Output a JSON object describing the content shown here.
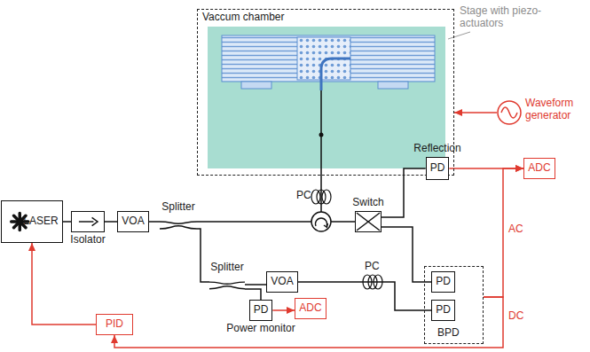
{
  "diagram": {
    "nodes": [
      {
        "text": [
          "Vaccum chamber"
        ]
      },
      {
        "text": [
          "Waveform generator"
        ]
      },
      {
        "text": [
          "LASER"
        ]
      },
      {
        "text": [
          "Isolator"
        ]
      },
      {
        "text": [
          "VOA"
        ]
      },
      {
        "text": [
          "Splitter"
        ]
      },
      {
        "text": [
          "Switch"
        ]
      },
      {
        "text": [
          "Reflection",
          "PD"
        ]
      },
      {
        "text": [
          "ADC"
        ]
      },
      {
        "text": [
          "Splitter"
        ]
      },
      {
        "text": [
          "VOA"
        ]
      },
      {
        "text": [
          "PD",
          "Power monitor"
        ]
      },
      {
        "text": [
          "ADC"
        ]
      },
      {
        "text": [
          "BPD"
        ]
      },
      {
        "text": [
          "PD"
        ],
        "in": 13
      },
      {
        "text": [
          "PD"
        ],
        "in": 13
      },
      {
        "text": [
          "PID"
        ]
      }
    ],
    "edges": [
      {
        "from": 1,
        "to": 0,
        "arrow": "to"
      },
      {
        "from": 2,
        "to": 3,
        "arrow": "none"
      },
      {
        "from": 3,
        "to": 4,
        "arrow": "none"
      },
      {
        "from": 4,
        "to": 5,
        "arrow": "none"
      },
      {
        "from": 5,
        "to": 9,
        "arrow": "none"
      },
      {
        "from": 9,
        "to": 10,
        "arrow": "none"
      },
      {
        "from": 9,
        "to": 11,
        "arrow": "none"
      },
      {
        "from": 11,
        "to": 12,
        "arrow": "to"
      },
      {
        "from": 10,
        "to": 15,
        "arrow": "none"
      },
      {
        "from": 6,
        "to": 7,
        "arrow": "none"
      },
      {
        "from": 6,
        "to": 14,
        "arrow": "none"
      },
      {
        "from": 7,
        "to": 8,
        "arrow": "to"
      },
      {
        "from": 13,
        "to": 8,
        "label": "AC",
        "arrow": "to"
      },
      {
        "from": 13,
        "to": 16,
        "label": "DC",
        "arrow": "to"
      },
      {
        "from": 16,
        "to": 2,
        "arrow": "to"
      }
    ],
    "labels": [
      "Stage with piezo-actuators",
      "PC",
      "PC"
    ]
  }
}
